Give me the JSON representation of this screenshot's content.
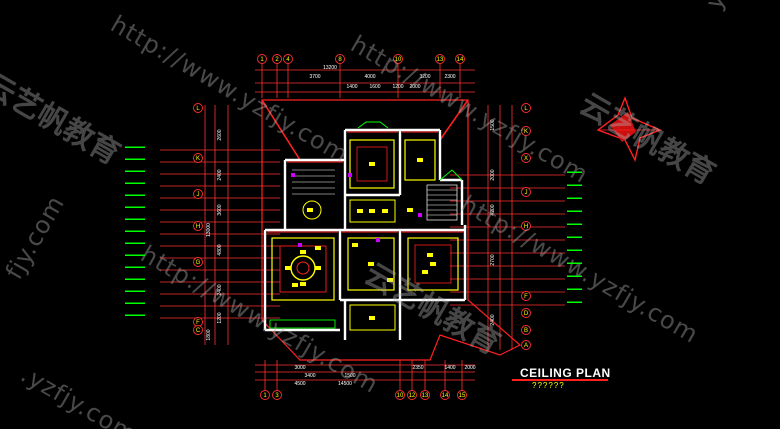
{
  "drawing": {
    "title": "CEILING PLAN",
    "subtitle": "??????",
    "watermark_url": "http://www.yzfjy.com",
    "watermark_cn": "云艺帆教育",
    "watermark_fragments": [
      "yzfjy.com",
      "fjy.com",
      "http://www.",
      "云艺帆教育",
      "艺帆教育",
      "云艺帆教育",
      ".yzfjy.com"
    ]
  },
  "grid_top": [
    "1",
    "2",
    "4",
    "8",
    "10",
    "13",
    "14"
  ],
  "grid_bottom": [
    "1",
    "3",
    "10",
    "12",
    "13",
    "14",
    "15"
  ],
  "grid_left": [
    "L",
    "K",
    "J",
    "H",
    "G",
    "F",
    "C"
  ],
  "grid_right": [
    "L",
    "K",
    "X",
    "J",
    "H",
    "F",
    "D",
    "B",
    "A"
  ],
  "dims_top": [
    "13200",
    "3700",
    "4000",
    "3200",
    "2300",
    "1400",
    "1600",
    "1200",
    "2000"
  ],
  "dims_bottom": [
    "3000",
    "3400",
    "1500",
    "2350",
    "1400",
    "2000",
    "14500",
    "4500"
  ],
  "dims_left": [
    "2600",
    "2400",
    "3600",
    "4800",
    "2400",
    "1200",
    "13000",
    "1800"
  ],
  "dims_right": [
    "1500",
    "2000",
    "4200",
    "2700",
    "2400"
  ],
  "left_labels_count": 15,
  "right_labels_count": 11,
  "colors": {
    "background": "#000000",
    "wall": "#ff2020",
    "fixture": "#ffff00",
    "annotation": "#00ff00",
    "dimension": "#ffffff",
    "accent": "#cc00ff"
  }
}
